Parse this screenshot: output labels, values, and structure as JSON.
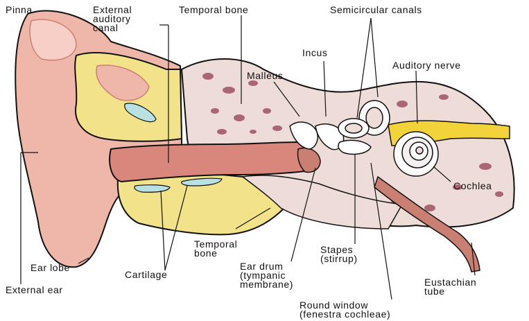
{
  "labels": {
    "pinna": "Pinna",
    "external_auditory_canal": "External\nauditory\ncanal",
    "temporal_bone_top": "Temporal bone",
    "semicircular_canals": "Semicircular canals",
    "incus": "Incus",
    "malleus": "Malleus",
    "auditory_nerve": "Auditory nerve",
    "cochlea": "Cochlea",
    "temporal_bone_lower": "Temporal\nbone",
    "stapes": "Stapes\n(stirrup)",
    "ear_drum": "Ear drum\n(tympanic\nmembrane)",
    "ear_lobe": "Ear lobe",
    "cartilage": "Cartilage",
    "external_ear": "External ear",
    "eustachian_tube": "Eustachian\ntube",
    "round_window": "Round window\n(fenestra cochleae)"
  },
  "colors": {
    "skin": "#efb7aa",
    "skin_dark": "#c98072",
    "canal": "#d9877c",
    "cartilage": "#f2e28a",
    "bone": "#eddcd8",
    "bone_spots": "#a05262",
    "membrane": "#b9e1e3",
    "nerve": "#f2d33a",
    "ossicle": "#ffffff",
    "line": "#111111"
  }
}
